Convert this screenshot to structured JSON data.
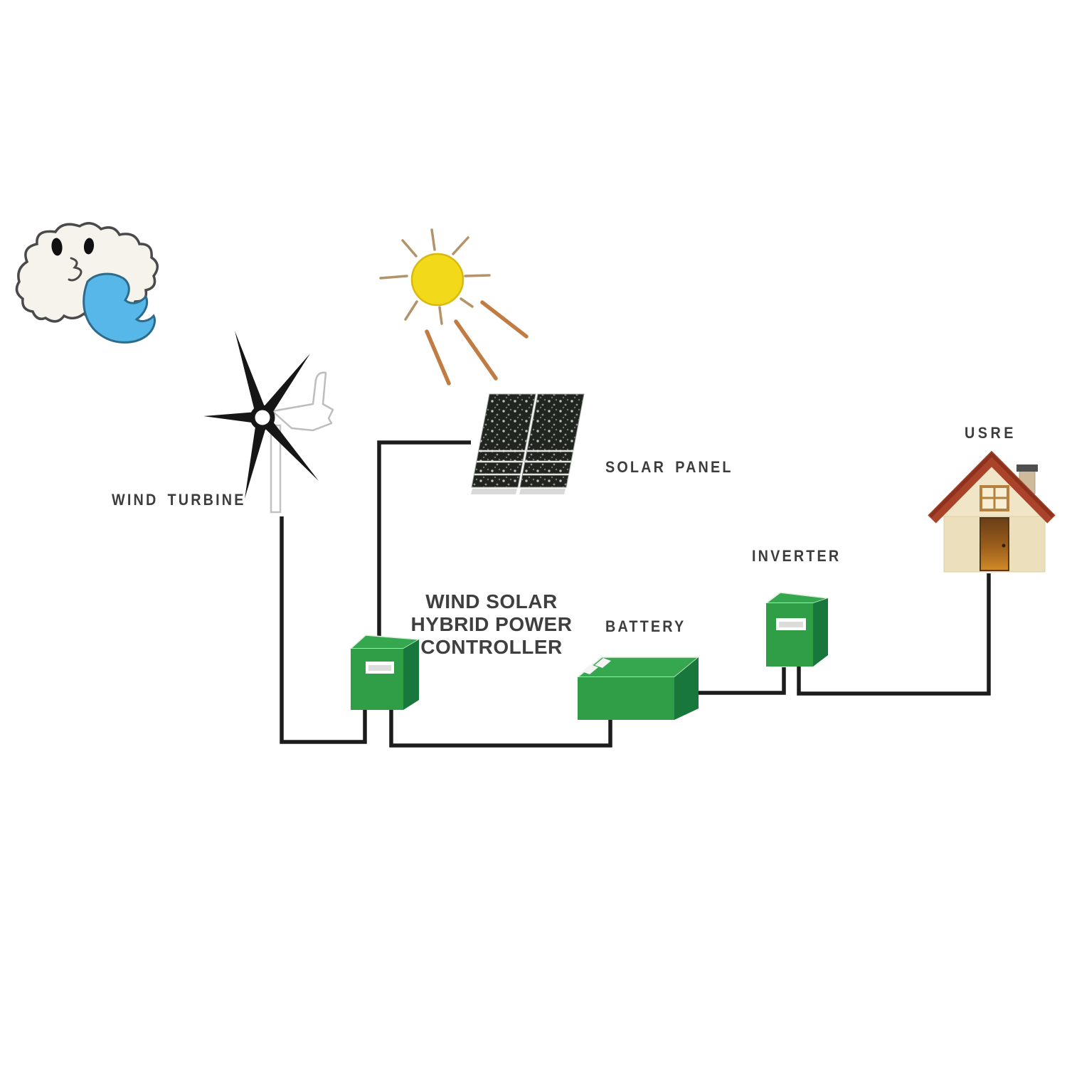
{
  "diagram_type": "wind-solar-hybrid-power-system-flow",
  "nodes": {
    "wind_turbine": {
      "label": "WIND TURBINE"
    },
    "solar_panel": {
      "label": "SOLAR PANEL"
    },
    "controller": {
      "label_lines": [
        "WIND SOLAR",
        "HYBRID POWER",
        "CONTROLLER"
      ]
    },
    "battery": {
      "label": "BATTERY"
    },
    "inverter": {
      "label": "INVERTER"
    },
    "user": {
      "label": "USRE"
    }
  },
  "edges": [
    {
      "from": "wind_turbine",
      "to": "controller"
    },
    {
      "from": "solar_panel",
      "to": "controller"
    },
    {
      "from": "controller",
      "to": "battery"
    },
    {
      "from": "battery",
      "to": "inverter"
    },
    {
      "from": "inverter",
      "to": "user"
    }
  ],
  "colors": {
    "background": "#ffffff",
    "wire": "#1c1c1c",
    "label_text": "#3d3d3d",
    "box_front": "#2f9e47",
    "box_side": "#18773a",
    "box_top": "#35a84f",
    "box_strip": "#ffffff",
    "sun": "#f2d91a",
    "sun_border": "#d8b90e",
    "ray_long": "#c07c42",
    "ray_short": "#b3946a",
    "panel_dark": "#20261f",
    "gust_blue": "#57b7e9",
    "gust_outline": "#2e6b8a",
    "cloud_fill": "#f6f3ec",
    "cloud_outline": "#4a4a4a",
    "turbine_black": "#161616",
    "roof_red": "#a94329",
    "roof_ridge": "#8e3220",
    "wall_cream": "#ebdfbc",
    "door_brown": "#8a5320",
    "window_frame": "#b5813f"
  }
}
